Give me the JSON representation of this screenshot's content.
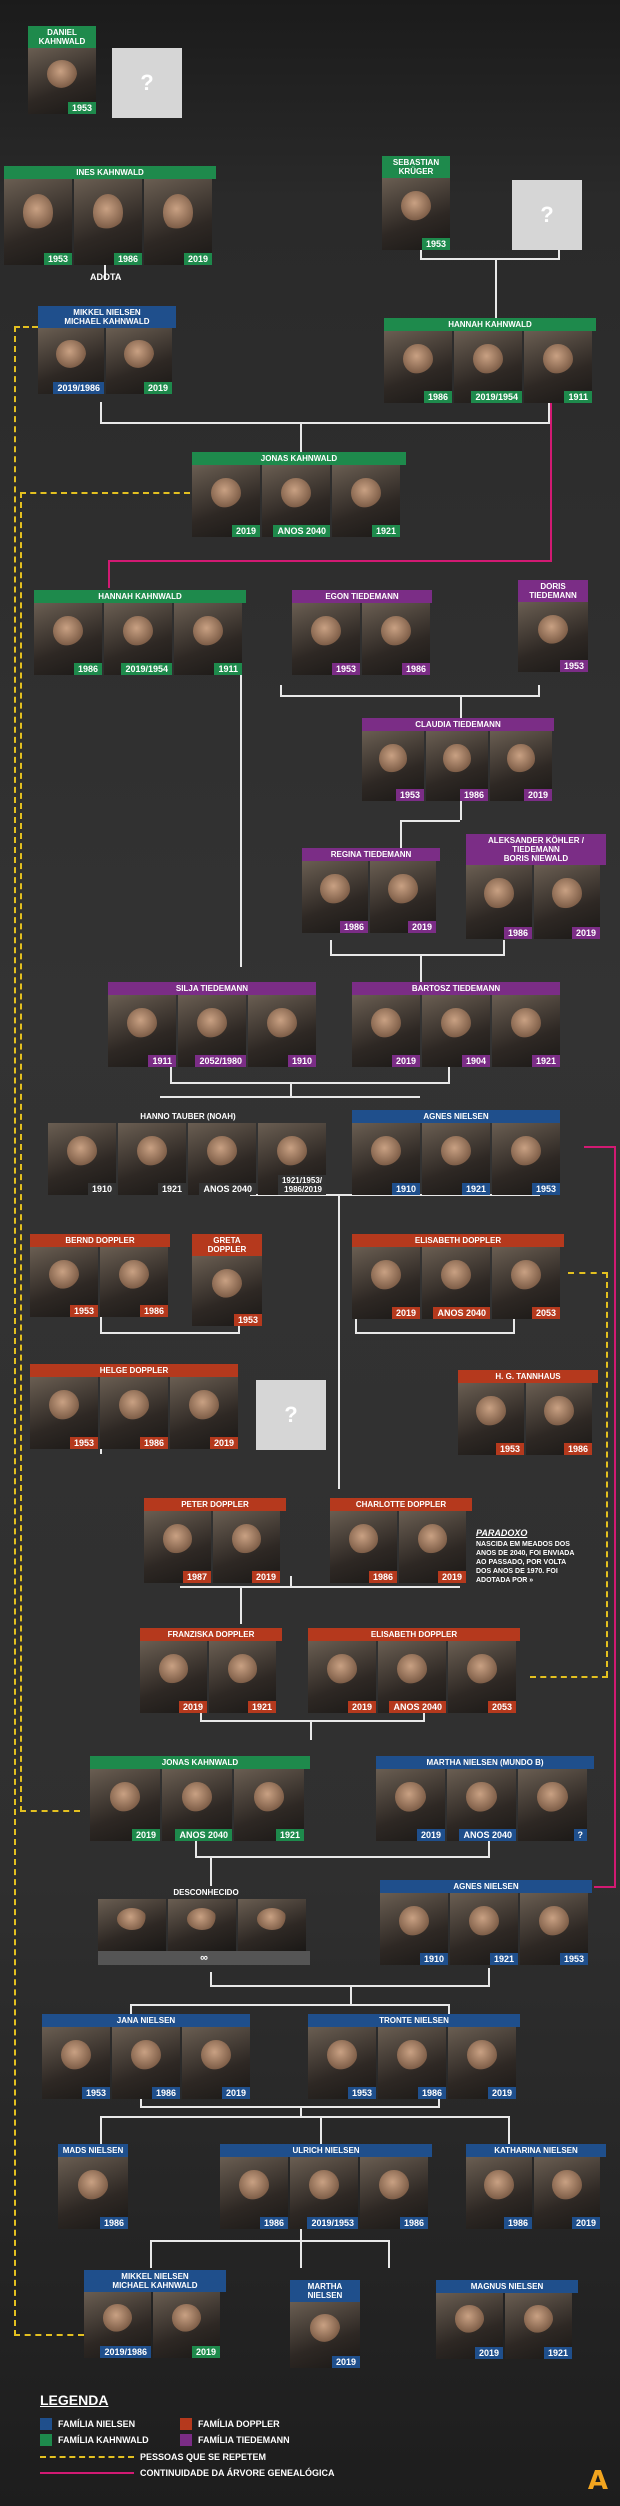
{
  "colors": {
    "nielsen": "#1f4f8c",
    "kahnwald": "#1e8a4c",
    "doppler": "#b5391d",
    "tiedemann": "#7b2d86",
    "repeat": "#e3c020",
    "continuity": "#d21a73"
  },
  "people": [
    {
      "name": "DANIEL KAHNWALD",
      "color": "g",
      "years": [
        "1953"
      ]
    },
    {
      "name": "INES KAHNWALD",
      "color": "g",
      "years": [
        "1953",
        "1986",
        "2019"
      ]
    },
    {
      "name": "SEBASTIAN KRÜGER",
      "color": "g",
      "years": [
        "1953"
      ]
    },
    {
      "name": "MIKKEL NIELSEN\nMICHAEL KAHNWALD",
      "color": "b",
      "years": [
        "2019/1986",
        "2019"
      ]
    },
    {
      "name": "HANNAH KAHNWALD",
      "color": "g",
      "years": [
        "1986",
        "2019/1954",
        "1911"
      ]
    },
    {
      "name": "JONAS KAHNWALD",
      "color": "g",
      "years": [
        "2019",
        "ANOS 2040",
        "1921"
      ]
    },
    {
      "name": "HANNAH KAHNWALD",
      "color": "g",
      "years": [
        "1986",
        "2019/1954",
        "1911"
      ]
    },
    {
      "name": "EGON TIEDEMANN",
      "color": "p",
      "years": [
        "1953",
        "1986"
      ]
    },
    {
      "name": "DORIS TIEDEMANN",
      "color": "p",
      "years": [
        "1953"
      ]
    },
    {
      "name": "CLAUDIA TIEDEMANN",
      "color": "p",
      "years": [
        "1953",
        "1986",
        "2019"
      ]
    },
    {
      "name": "REGINA TIEDEMANN",
      "color": "p",
      "years": [
        "1986",
        "2019"
      ]
    },
    {
      "name": "ALEKSANDER KÖHLER / TIEDEMANN\nBORIS NIEWALD",
      "color": "p",
      "years": [
        "1986",
        "2019"
      ]
    },
    {
      "name": "SILJA TIEDEMANN",
      "color": "p",
      "years": [
        "1911",
        "2052/1980",
        "1910"
      ]
    },
    {
      "name": "BARTOSZ TIEDEMANN",
      "color": "p",
      "years": [
        "2019",
        "1904",
        "1921"
      ]
    },
    {
      "name": "HANNO TAUBER (NOAH)",
      "color": "n",
      "years": [
        "1910",
        "1921",
        "ANOS 2040",
        "1921/1953/\n1986/2019"
      ]
    },
    {
      "name": "AGNES NIELSEN",
      "color": "b",
      "years": [
        "1910",
        "1921",
        "1953"
      ]
    },
    {
      "name": "BERND DOPPLER",
      "color": "r",
      "years": [
        "1953",
        "1986"
      ]
    },
    {
      "name": "GRETA DOPPLER",
      "color": "r",
      "years": [
        "1953"
      ]
    },
    {
      "name": "ELISABETH DOPPLER",
      "color": "r",
      "years": [
        "2019",
        "ANOS 2040",
        "2053"
      ]
    },
    {
      "name": "HELGE DOPPLER",
      "color": "r",
      "years": [
        "1953",
        "1986",
        "2019"
      ]
    },
    {
      "name": "H. G. TANNHAUS",
      "color": "r",
      "years": [
        "1953",
        "1986"
      ]
    },
    {
      "name": "PETER DOPPLER",
      "color": "r",
      "years": [
        "1987",
        "2019"
      ]
    },
    {
      "name": "CHARLOTTE DOPPLER",
      "color": "r",
      "years": [
        "1986",
        "2019"
      ]
    },
    {
      "name": "FRANZISKA DOPPLER",
      "color": "r",
      "years": [
        "2019",
        "1921"
      ]
    },
    {
      "name": "ELISABETH DOPPLER",
      "color": "r",
      "years": [
        "2019",
        "ANOS 2040",
        "2053"
      ]
    },
    {
      "name": "JONAS KAHNWALD",
      "color": "g",
      "years": [
        "2019",
        "ANOS 2040",
        "1921"
      ]
    },
    {
      "name": "MARTHA NIELSEN (MUNDO B)",
      "color": "b",
      "years": [
        "2019",
        "ANOS 2040",
        "?"
      ]
    },
    {
      "name": "DESCONHECIDO",
      "color": "n",
      "years": [
        "∞"
      ]
    },
    {
      "name": "AGNES NIELSEN",
      "color": "b",
      "years": [
        "1910",
        "1921",
        "1953"
      ]
    },
    {
      "name": "JANA NIELSEN",
      "color": "b",
      "years": [
        "1953",
        "1986",
        "2019"
      ]
    },
    {
      "name": "TRONTE NIELSEN",
      "color": "b",
      "years": [
        "1953",
        "1986",
        "2019"
      ]
    },
    {
      "name": "MADS NIELSEN",
      "color": "b",
      "years": [
        "1986"
      ]
    },
    {
      "name": "ULRICH NIELSEN",
      "color": "b",
      "years": [
        "1986",
        "2019/1953",
        "1986"
      ]
    },
    {
      "name": "KATHARINA NIELSEN",
      "color": "b",
      "years": [
        "1986",
        "2019"
      ]
    },
    {
      "name": "MIKKEL NIELSEN\nMICHAEL KAHNWALD",
      "color": "b",
      "years": [
        "2019/1986",
        "2019"
      ]
    },
    {
      "name": "MARTHA NIELSEN",
      "color": "b",
      "years": [
        "2019"
      ]
    },
    {
      "name": "MAGNUS NIELSEN",
      "color": "b",
      "years": [
        "2019",
        "1921"
      ]
    }
  ],
  "adopta": "ADOTA",
  "paradox": {
    "title": "PARADOXO",
    "text": "NASCIDA EM MEADOS DOS ANOS DE 2040, FOI ENVIADA AO PASSADO, POR VOLTA DOS ANOS DE 1970. FOI ADOTADA POR »"
  },
  "question_mark": "?",
  "legend": {
    "title": "LEGENDA",
    "nielsen": "FAMÍLIA NIELSEN",
    "doppler": "FAMÍLIA DOPPLER",
    "kahnwald": "FAMÍLIA KAHNWALD",
    "tiedemann": "FAMÍLIA TIEDEMANN",
    "repeat": "PESSOAS QUE SE REPETEM",
    "continuity": "CONTINUIDADE DA ÁRVORE GENEALÓGICA"
  },
  "logo": "A"
}
